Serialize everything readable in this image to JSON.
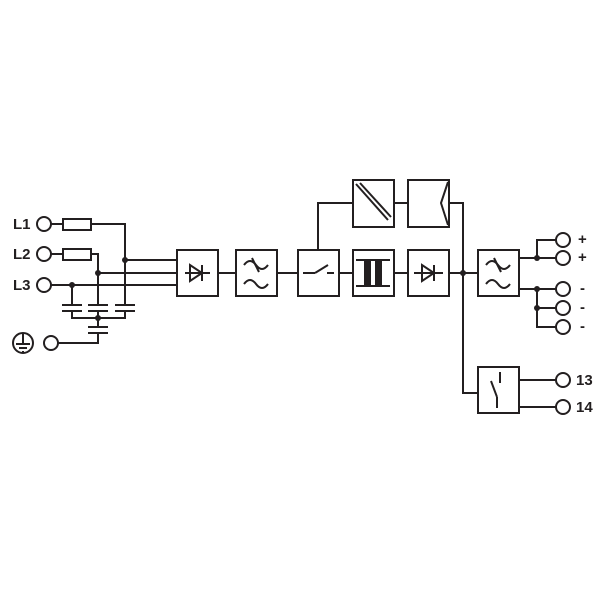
{
  "inputs": {
    "l1": "L1",
    "l2": "L2",
    "l3": "L3"
  },
  "outputs": {
    "plus1": "+",
    "plus2": "+",
    "minus1": "-",
    "minus2": "-",
    "minus3": "-"
  },
  "relay": {
    "contact_13": "13",
    "contact_14": "14"
  },
  "colors": {
    "line": "#231f20",
    "background": "#ffffff"
  }
}
